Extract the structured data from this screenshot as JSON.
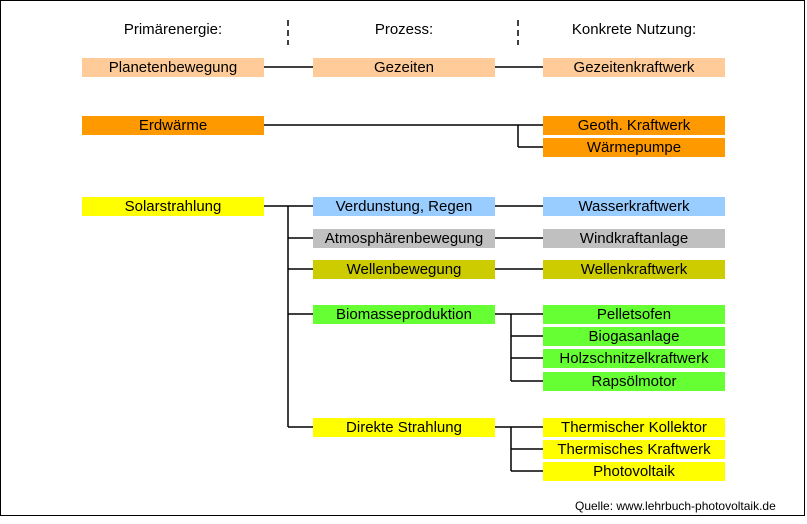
{
  "headers": {
    "primary": "Primärenergie:",
    "process": "Prozess:",
    "usage": "Konkrete Nutzung:"
  },
  "colors": {
    "peach": "#FFCC99",
    "orange": "#FF9900",
    "yellow": "#FFFF00",
    "blue": "#99CCFF",
    "gray": "#C0C0C0",
    "olive": "#CCCC00",
    "green": "#66FF33"
  },
  "primary": {
    "planetenbewegung": "Planetenbewegung",
    "erdwaerme": "Erdwärme",
    "solarstrahlung": "Solarstrahlung"
  },
  "process": {
    "gezeiten": "Gezeiten",
    "verdunstung": "Verdunstung, Regen",
    "atmosphaere": "Atmosphärenbewegung",
    "wellen": "Wellenbewegung",
    "biomasse": "Biomasseproduktion",
    "direkte": "Direkte Strahlung"
  },
  "usage": {
    "gezeitenkraftwerk": "Gezeitenkraftwerk",
    "geothermie": "Geoth. Kraftwerk",
    "waermepumpe": "Wärmepumpe",
    "wasserkraftwerk": "Wasserkraftwerk",
    "windkraftanlage": "Windkraftanlage",
    "wellenkraftwerk": "Wellenkraftwerk",
    "pelletsofen": "Pelletsofen",
    "biogasanlage": "Biogasanlage",
    "holzschnitzel": "Holzschnitzelkraftwerk",
    "rapsoel": "Rapsölmotor",
    "thermischer_kollektor": "Thermischer Kollektor",
    "thermisches_kraftwerk": "Thermisches Kraftwerk",
    "photovoltaik": "Photovoltaik"
  },
  "source": "Quelle: www.lehrbuch-photovoltaik.de"
}
